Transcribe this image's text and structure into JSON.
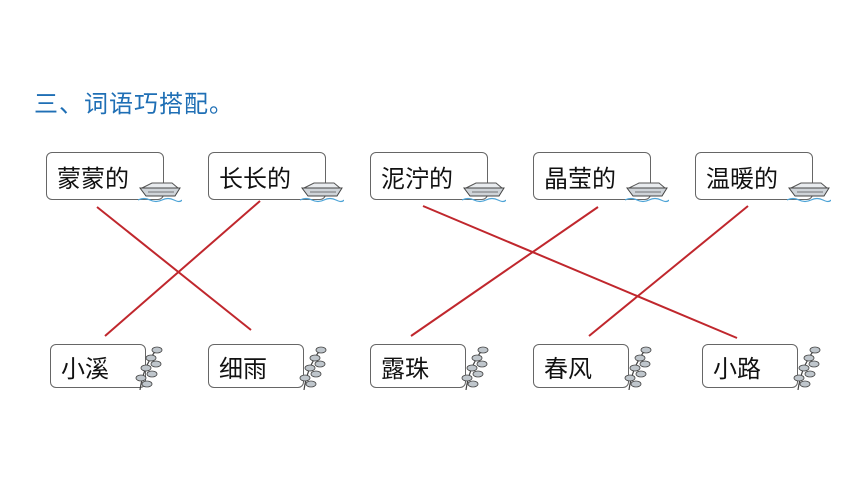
{
  "title": "三、词语巧搭配。",
  "top_words": [
    "蒙蒙的",
    "长长的",
    "泥泞的",
    "晶莹的",
    "温暖的"
  ],
  "bottom_words": [
    "小溪",
    "细雨",
    "露珠",
    "春风",
    "小路"
  ],
  "colors": {
    "title": "#1f6fb5",
    "line": "#c0272d"
  },
  "matches": [
    [
      0,
      1
    ],
    [
      1,
      0
    ],
    [
      2,
      4
    ],
    [
      3,
      2
    ],
    [
      4,
      3
    ]
  ]
}
